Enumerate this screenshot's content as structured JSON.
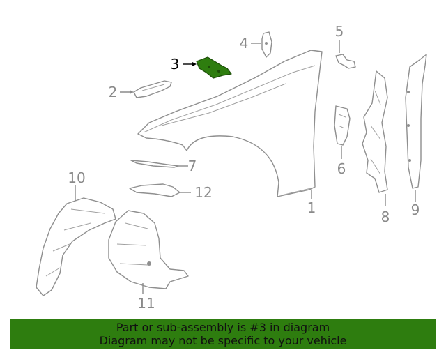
{
  "callouts": {
    "c1": "1",
    "c2": "2",
    "c3": "3",
    "c4": "4",
    "c5": "5",
    "c6": "6",
    "c7": "7",
    "c8": "8",
    "c9": "9",
    "c10": "10",
    "c11": "11",
    "c12": "12"
  },
  "highlighted_part": "3",
  "colors": {
    "highlight": "#2e7d0f",
    "line": "#8f8f8f",
    "banner": "#2e7d0f"
  },
  "banner": {
    "line1": "Part or sub-assembly is #3 in diagram",
    "line2": "Diagram may not be specific to your vehicle"
  }
}
